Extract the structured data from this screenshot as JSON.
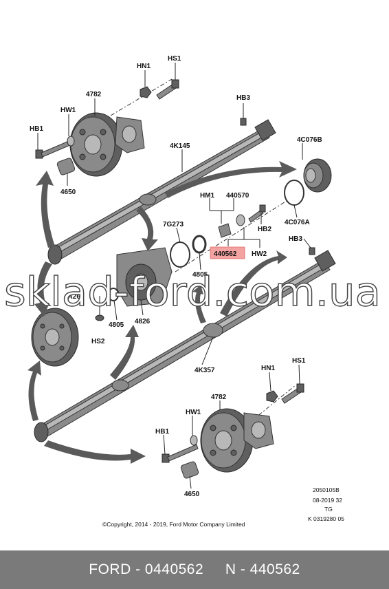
{
  "labels": {
    "hn1_top": "HN1",
    "hs1_top": "HS1",
    "p4782_top": "4782",
    "hw1_top": "HW1",
    "hb1_top": "HB1",
    "p4650_top": "4650",
    "hb3_top": "HB3",
    "p4k145": "4K145",
    "p4c076b": "4C076B",
    "p4c076a": "4C076A",
    "hm1": "HM1",
    "p440570": "440570",
    "hb2": "HB2",
    "p440562": "440562",
    "hw2": "HW2",
    "p7g273": "7G273",
    "p4805_a": "4805",
    "p4a263": "4A263",
    "p4805_b": "4805",
    "p4826": "4826",
    "hs2": "HS2",
    "hb3_mid": "HB3",
    "p4k357": "4K357",
    "hn1_bot": "HN1",
    "hs1_bot": "HS1",
    "p4782_bot": "4782",
    "hw1_bot": "HW1",
    "hb1_bot": "HB1",
    "p4650_bot": "4650"
  },
  "highlight_color": "#f4a3a3",
  "meta": {
    "code1": "2050105B",
    "code2": "08-2019 32",
    "code3": "TG",
    "code4": "K 0319280 05",
    "copyright": "©Copyright, 2014 - 2019, Ford Motor Company Limited"
  },
  "watermark": "sklad-ford.com.ua",
  "footer": {
    "text": "FORD - 0440562     N - 440562"
  }
}
